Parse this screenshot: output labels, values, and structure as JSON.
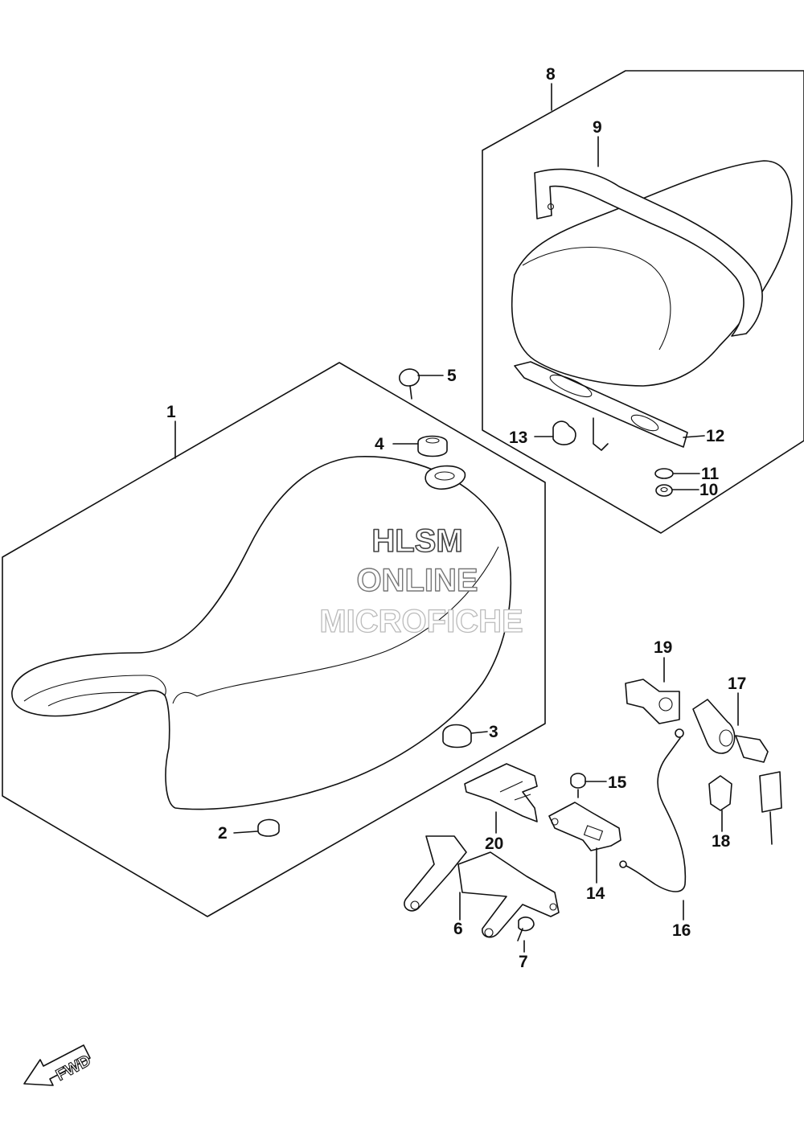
{
  "watermark": {
    "line1": "HLSM",
    "line2": "ONLINE",
    "line3": "MICROFICHE"
  },
  "fwd_label": "FWD",
  "callouts": {
    "p1": "1",
    "p2": "2",
    "p3": "3",
    "p4": "4",
    "p5": "5",
    "p6": "6",
    "p7": "7",
    "p8": "8",
    "p9": "9",
    "p10": "10",
    "p11": "11",
    "p12": "12",
    "p13": "13",
    "p14": "14",
    "p15": "15",
    "p16": "16",
    "p17": "17",
    "p18": "18",
    "p19": "19",
    "p20": "20"
  }
}
